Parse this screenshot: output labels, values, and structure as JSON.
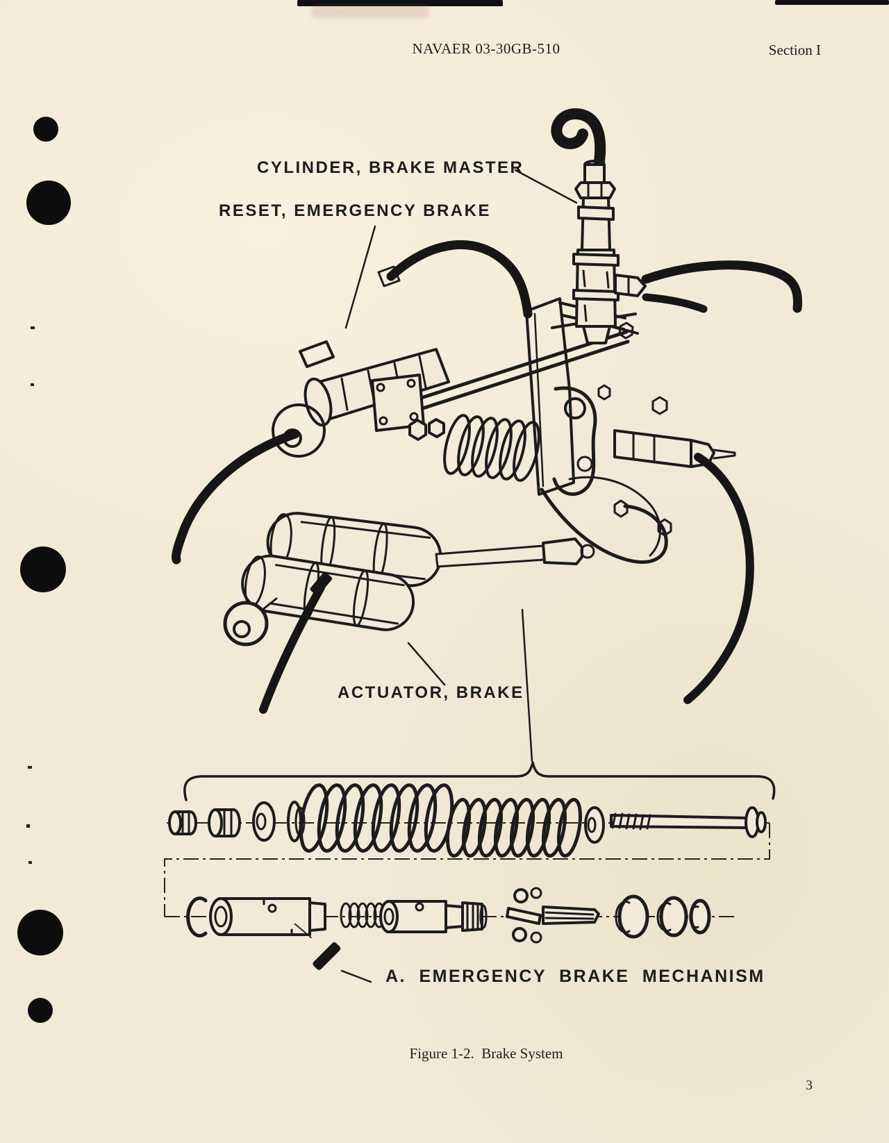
{
  "page": {
    "background_color": "#f1ead7",
    "ink_color": "#1c1c1c",
    "page_number": "3"
  },
  "header": {
    "doc_number": "NAVAER 03-30GB-510",
    "section": "Section I"
  },
  "figure": {
    "callouts": [
      {
        "label": "CYLINDER, BRAKE MASTER"
      },
      {
        "label": "RESET, EMERGENCY BRAKE"
      },
      {
        "label": "ACTUATOR, BRAKE"
      }
    ],
    "mechanism_label": "A. EMERGENCY BRAKE MECHANISM",
    "caption": "Figure 1-2.  Brake System"
  }
}
